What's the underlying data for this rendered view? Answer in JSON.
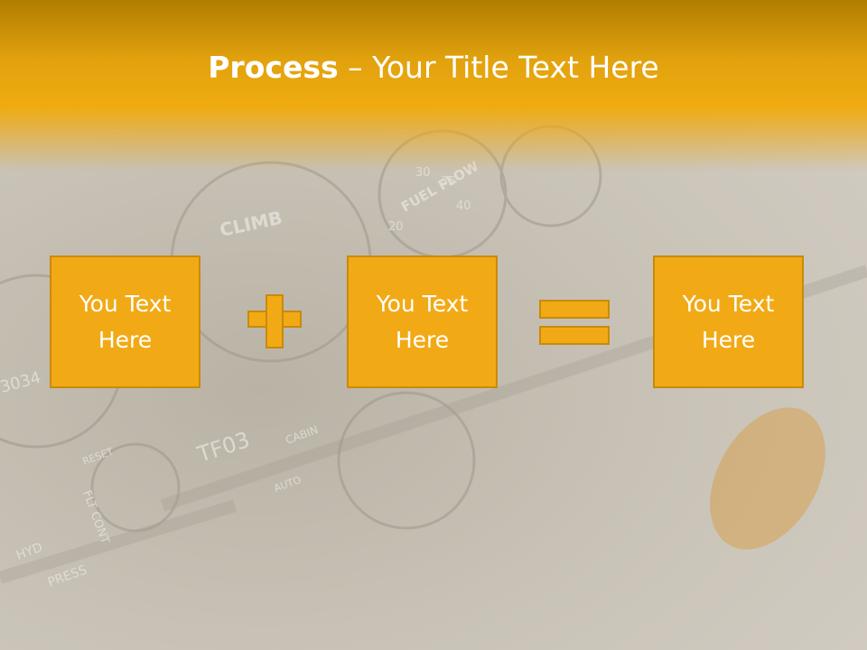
{
  "slide": {
    "title_bold": "Process",
    "title_rest": " – Your Title Text Here"
  },
  "boxes": [
    {
      "text": "You Text\nHere"
    },
    {
      "text": "You Text\nHere"
    },
    {
      "text": "You Text\nHere"
    }
  ],
  "background": {
    "dial_labels": [
      "CLIMB",
      "FUEL FLOW",
      "TF03",
      "HYD",
      "CABIN",
      "RESET",
      "FLT CONT",
      "PRESS",
      "AUTO",
      "3034",
      "30",
      "35",
      "20",
      "40"
    ]
  },
  "colors": {
    "accent": "#f1aa16",
    "accent_border": "#c98a0a",
    "header_dark": "#b07d00",
    "text": "#ffffff"
  }
}
